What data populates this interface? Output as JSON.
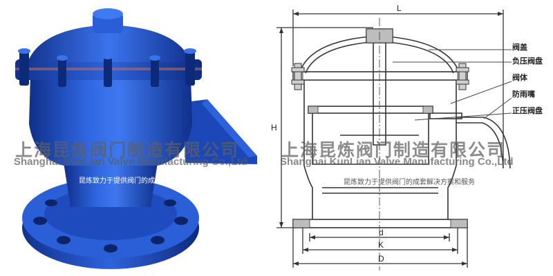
{
  "watermark": {
    "company_cn": "上海昆炼阀门制造有限公司",
    "company_en": "Shanghai KunLian Valve Manufacturing Co.,Ltd",
    "slogan": "昆炼致力于提供阀门的成套解决方案和服务"
  },
  "drawing": {
    "callouts": [
      "阀盖",
      "负压阀盘",
      "阀体",
      "防雨嘴",
      "正压阀盘"
    ],
    "dimensions": {
      "length": "L",
      "height": "H",
      "d": "d",
      "k": "K",
      "outer_d": "D"
    }
  },
  "colors": {
    "valve_blue": "#1f4fc7",
    "line": "#333333"
  }
}
